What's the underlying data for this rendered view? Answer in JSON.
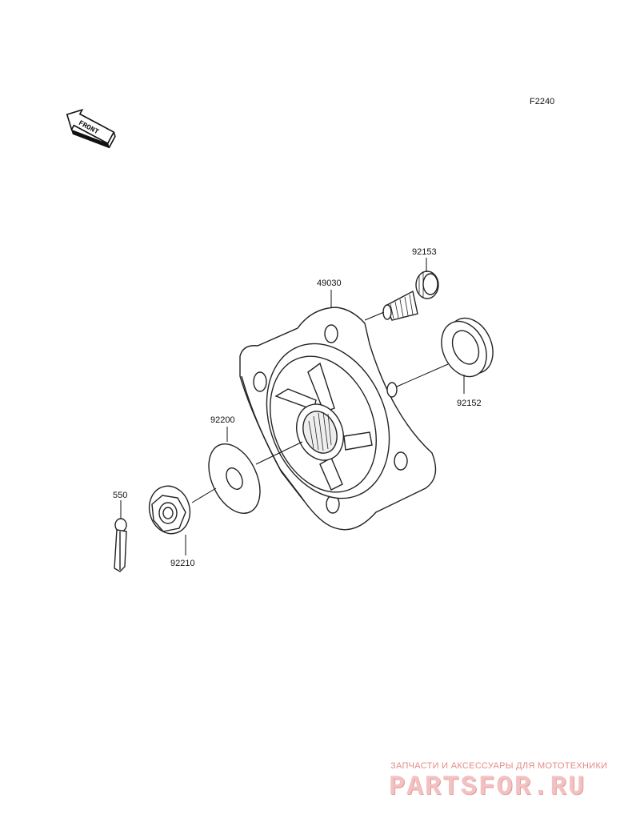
{
  "figure_code": "F2240",
  "front_label": "FRONT",
  "parts": [
    {
      "id": "p49030",
      "number": "49030",
      "name": "hub"
    },
    {
      "id": "p92153",
      "number": "92153",
      "name": "stud-bolt"
    },
    {
      "id": "p92152",
      "number": "92152",
      "name": "oil-seal"
    },
    {
      "id": "p92200",
      "number": "92200",
      "name": "washer"
    },
    {
      "id": "p550",
      "number": "550",
      "name": "cotter-pin"
    },
    {
      "id": "p92210",
      "number": "92210",
      "name": "castle-nut"
    }
  ],
  "watermark": {
    "tagline": "ЗАПЧАСТИ И АКСЕССУАРЫ ДЛЯ МОТОТЕХНИКИ",
    "brand": "PARTSFOR.RU"
  },
  "colors": {
    "line": "#111111",
    "watermark": "#e58a8a"
  }
}
